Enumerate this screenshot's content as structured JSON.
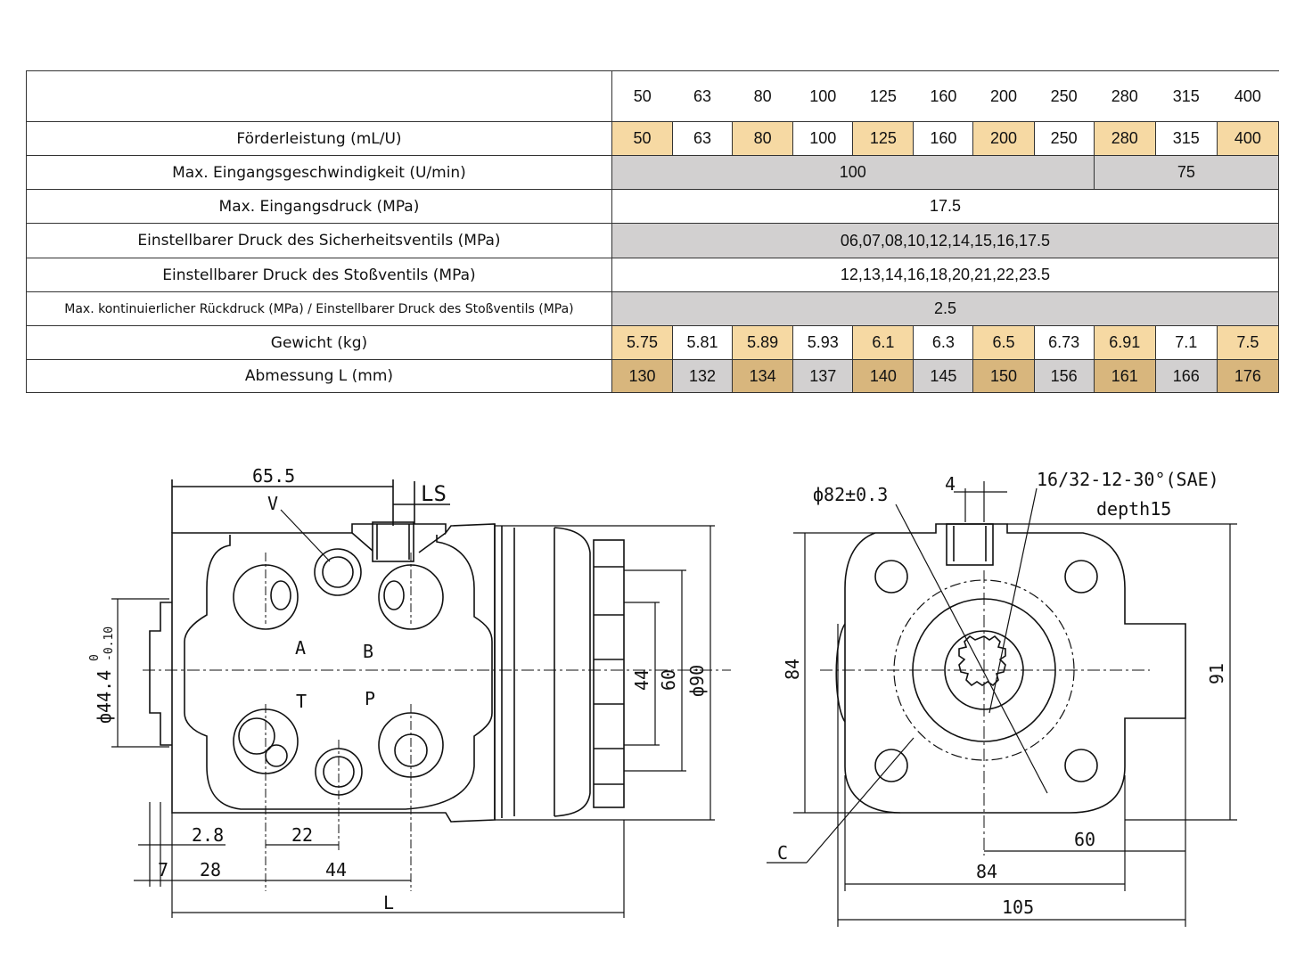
{
  "table": {
    "header": [
      "50",
      "63",
      "80",
      "100",
      "125",
      "160",
      "200",
      "250",
      "280",
      "315",
      "400"
    ],
    "rows": [
      {
        "label": "Förderleistung (mL/U)",
        "type": "cells",
        "cells": [
          "50",
          "63",
          "80",
          "100",
          "125",
          "160",
          "200",
          "250",
          "280",
          "315",
          "400"
        ],
        "shades": [
          "tan",
          "wh",
          "tan",
          "wh",
          "tan",
          "wh",
          "tan",
          "wh",
          "tan",
          "wh",
          "tan"
        ]
      },
      {
        "label": "Max.  Eingangsgeschwindigkeit (U/min)",
        "type": "split",
        "groups": [
          {
            "text": "100",
            "span": 8
          },
          {
            "text": "75",
            "span": 3
          }
        ]
      },
      {
        "label": "Max.  Eingangsdruck (MPa)",
        "type": "span",
        "text": "17.5",
        "shade": "wh"
      },
      {
        "label": "Einstellbarer Druck des Sicherheitsventils (MPa)",
        "type": "span",
        "text": "06,07,08,10,12,14,15,16,17.5",
        "shade": "gr"
      },
      {
        "label": "Einstellbarer Druck des Stoßventils (MPa)",
        "type": "span",
        "text": "12,13,14,16,18,20,21,22,23.5",
        "shade": "wh"
      },
      {
        "label": "Max.  kontinuierlicher Rückdruck (MPa)  /  Einstellbarer Druck des Stoßventils (MPa)",
        "type": "span",
        "text": "2.5",
        "shade": "gr",
        "small": true
      },
      {
        "label": "Gewicht (kg)",
        "type": "cells",
        "cells": [
          "5.75",
          "5.81",
          "5.89",
          "5.93",
          "6.1",
          "6.3",
          "6.5",
          "6.73",
          "6.91",
          "7.1",
          "7.5"
        ],
        "shades": [
          "tan",
          "wh",
          "tan",
          "wh",
          "tan",
          "wh",
          "tan",
          "wh",
          "tan",
          "wh",
          "tan"
        ]
      },
      {
        "label": "Abmessung L (mm)",
        "type": "cells",
        "cells": [
          "130",
          "132",
          "134",
          "137",
          "140",
          "145",
          "150",
          "156",
          "161",
          "166",
          "176"
        ],
        "shades": [
          "br",
          "lg",
          "br",
          "lg",
          "br",
          "lg",
          "br",
          "lg",
          "br",
          "lg",
          "br"
        ]
      }
    ]
  },
  "drawing_left": {
    "dim_top": "65.5",
    "label_v": "V",
    "label_ls": "LS",
    "port_a": "A",
    "port_b": "B",
    "port_t": "T",
    "port_p": "P",
    "dia_pilot": "ф44.4",
    "tol_upper": "0",
    "tol_lower": "-0.10",
    "dim_44v": "44",
    "dim_60v": "60",
    "dim_90v": "ф90",
    "dim_2_8": "2.8",
    "dim_22": "22",
    "dim_7": "7",
    "dim_28": "28",
    "dim_44h": "44",
    "dim_l": "L"
  },
  "drawing_right": {
    "dia_bolt": "ф82±0.3",
    "dim_4": "4",
    "spline": "16/32-12-30°(SAE)",
    "depth": "depth15",
    "dim_84v": "84",
    "dim_91v": "91",
    "dim_60h": "60",
    "dim_84h": "84",
    "dim_105": "105",
    "label_c": "C"
  }
}
